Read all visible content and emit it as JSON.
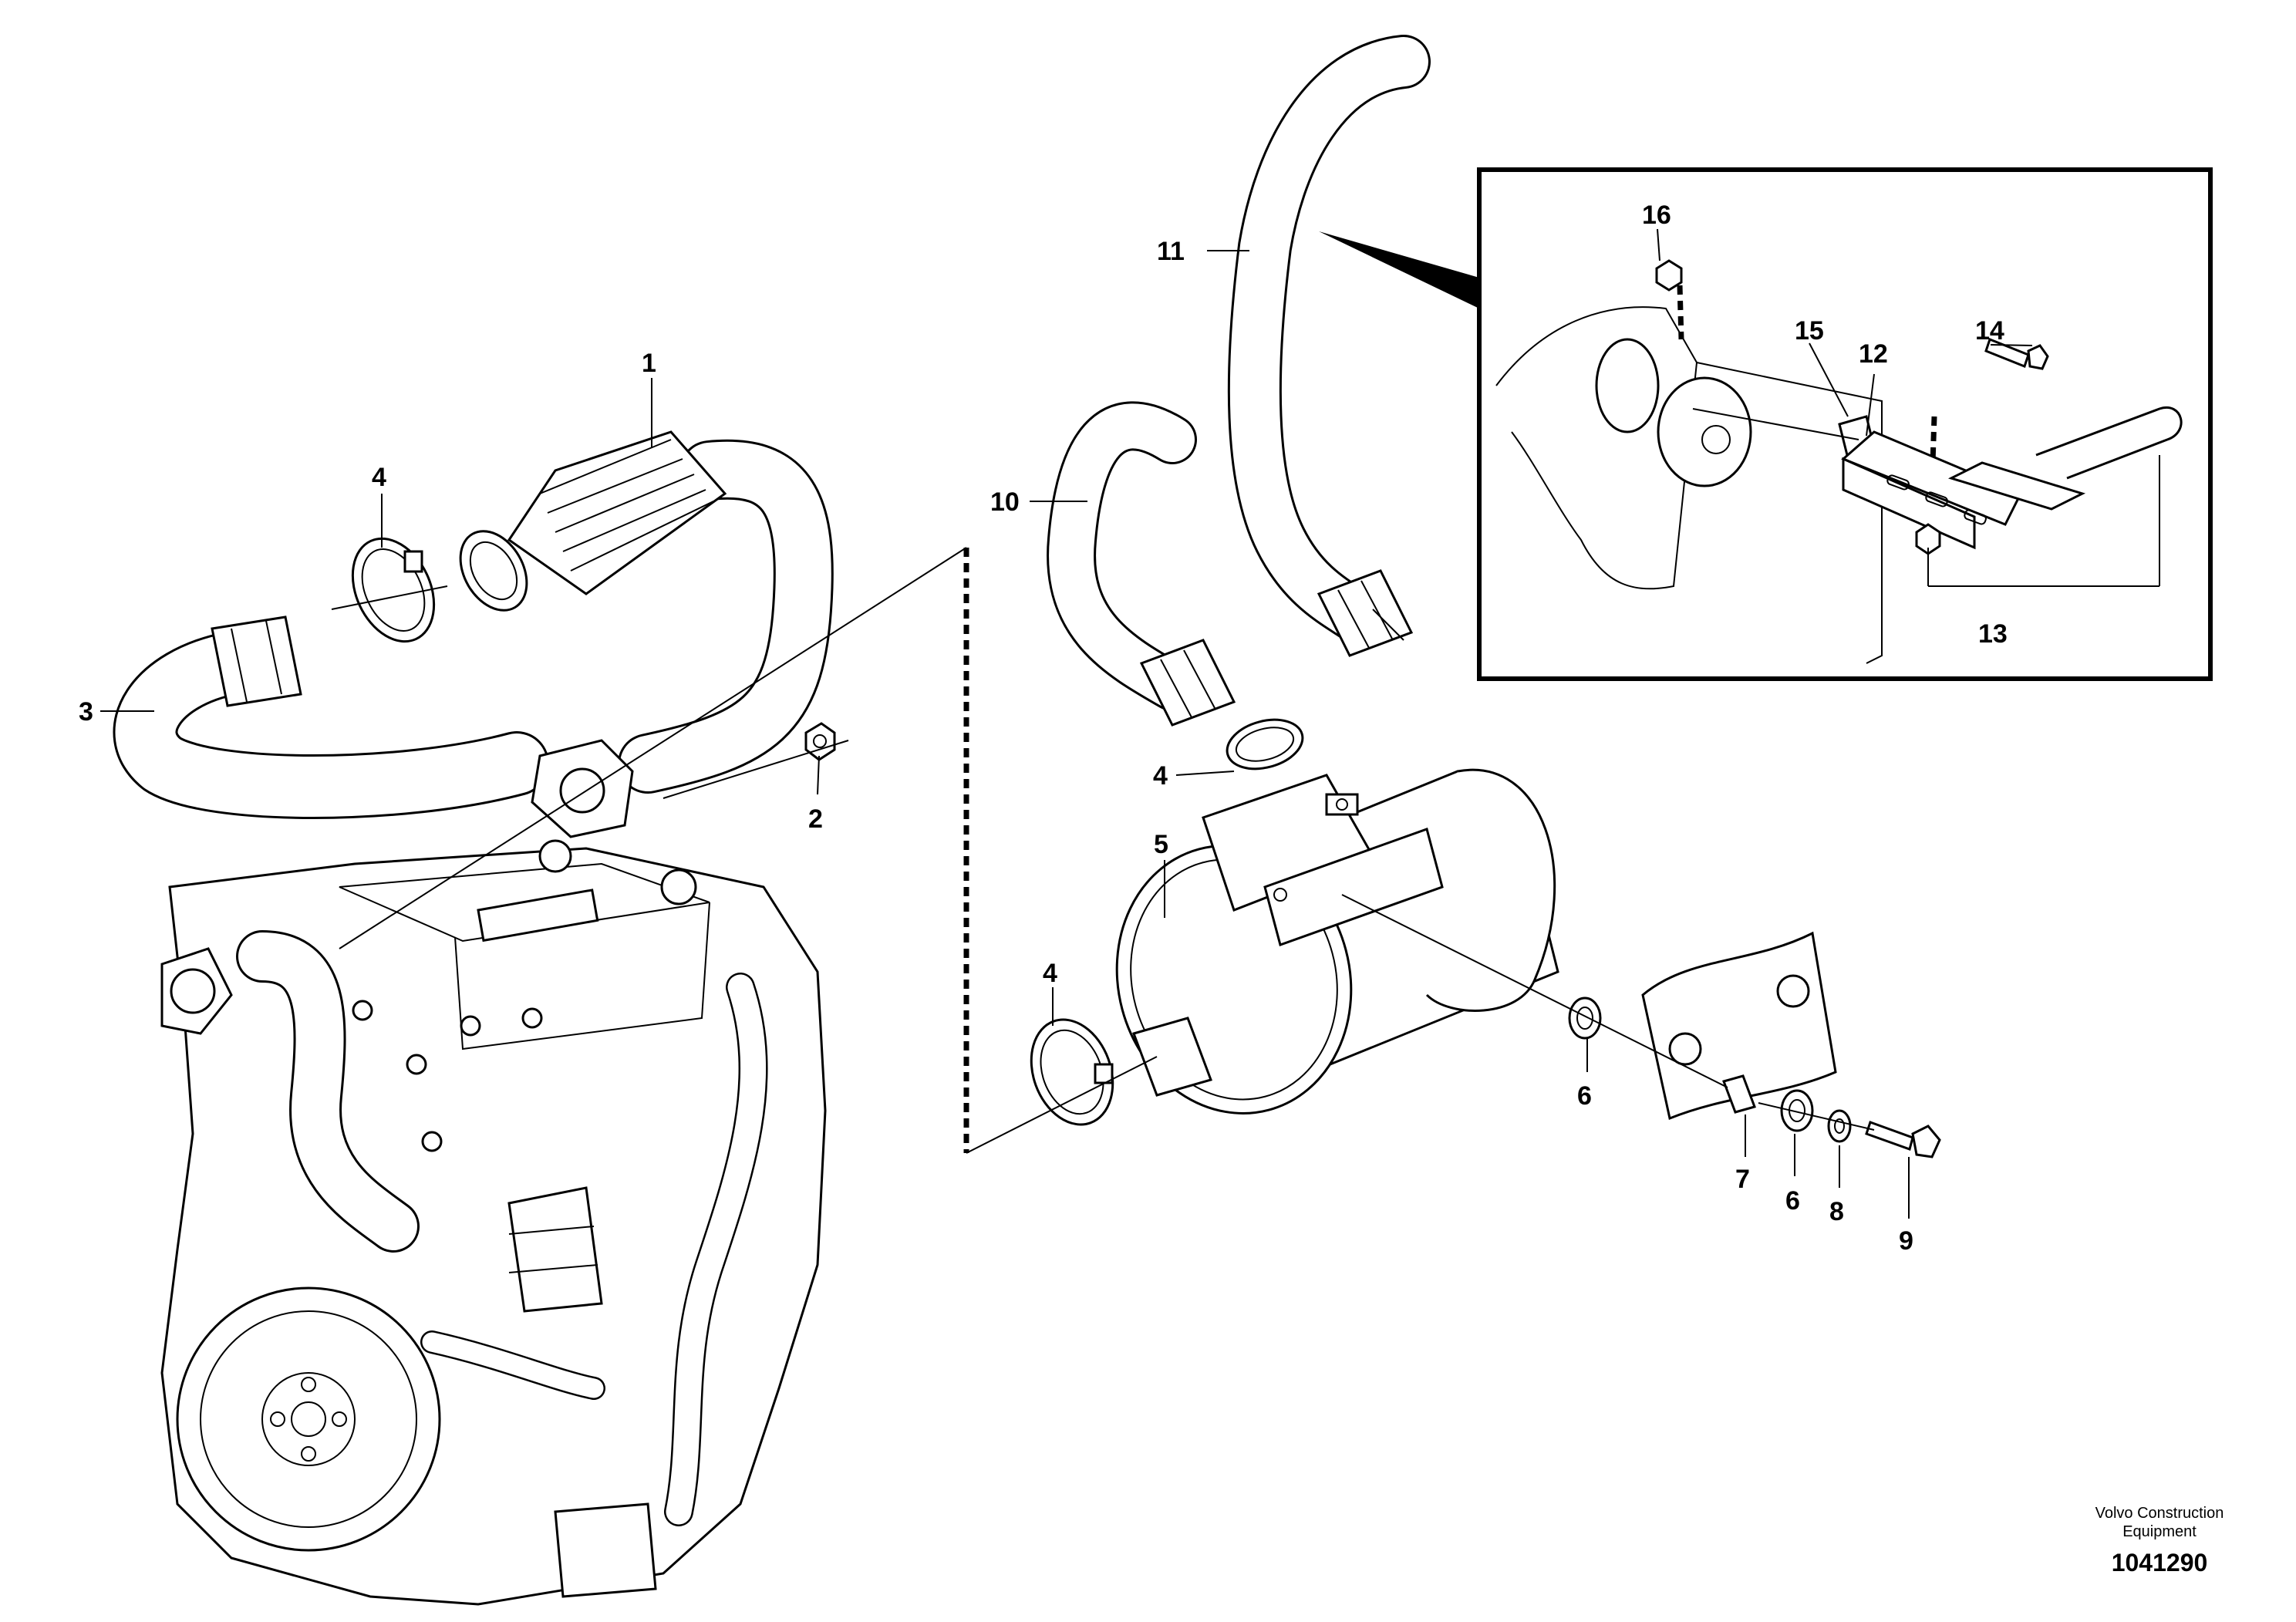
{
  "callouts": [
    "1",
    "2",
    "3",
    "4",
    "4",
    "4",
    "5",
    "6",
    "6",
    "7",
    "8",
    "9",
    "10",
    "11",
    "12",
    "13",
    "14",
    "15",
    "16"
  ],
  "brand": {
    "line1": "Volvo Construction",
    "line2": "Equipment"
  },
  "drawing_number": "1041290"
}
